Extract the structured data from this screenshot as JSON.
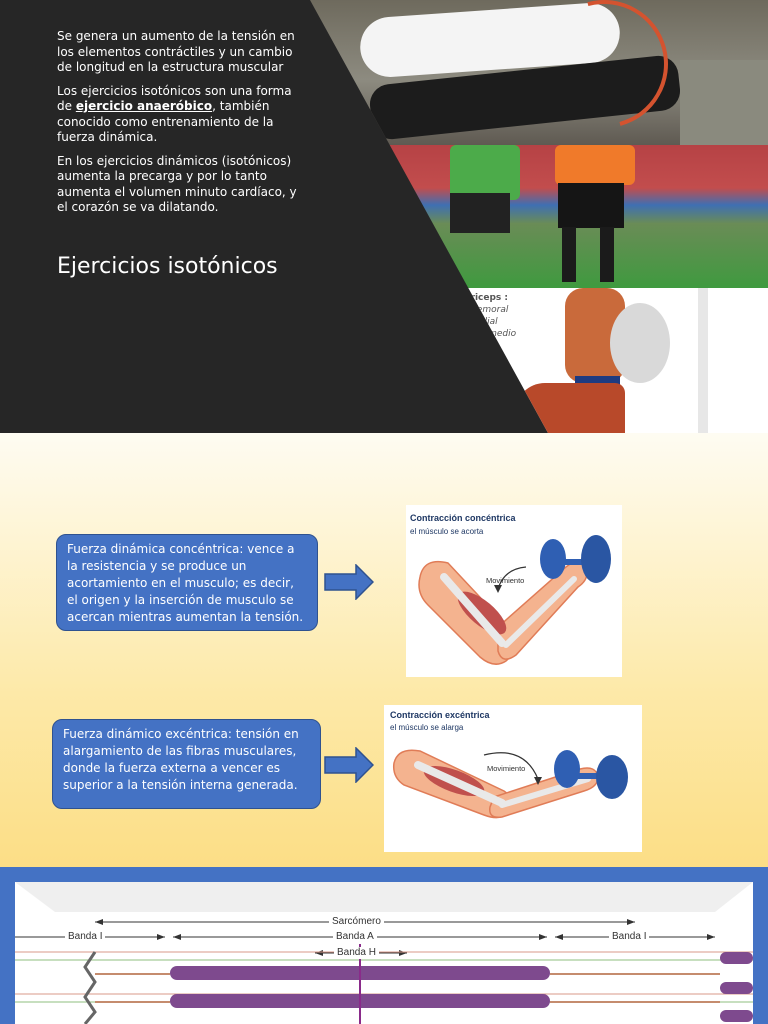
{
  "slide1": {
    "paragraph1": "Se genera un aumento de la tensión en los elementos contráctiles y un cambio de longitud en la estructura muscular",
    "paragraph2_before": "Los ejercicios isotónicos son una forma de ",
    "paragraph2_link": "ejercicio anaeróbico",
    "paragraph2_after": ", también conocido como entrenamiento de la fuerza dinámica.",
    "paragraph3": "En los ejercicios dinámicos (isotónicos) aumenta la precarga y por lo tanto aumenta el volumen minuto cardíaco, y el corazón se va dilatando.",
    "title": "Ejercicios isotónicos",
    "photo_caption_heading": "Cuádriceps :",
    "photo_caption_lines": [
      "Recto femoral",
      "asto medial",
      "asto intermedio"
    ]
  },
  "slide2": {
    "concentric_box": "Fuerza dinámica concéntrica: vence a la resistencia y se produce un acortamiento en el musculo; es decir, el origen y la inserción de musculo se acercan mientras aumentan la tensión.",
    "eccentric_box": "Fuerza dinámico excéntrica: tensión en alargamiento de las fibras musculares, donde la fuerza externa a vencer es superior a la tensión interna generada.",
    "concentric_illus": {
      "title": "Contracción concéntrica",
      "subtitle": "el músculo se acorta",
      "movement": "Movimiento"
    },
    "eccentric_illus": {
      "title": "Contracción excéntrica",
      "subtitle": "el músculo se alarga",
      "movement": "Movimiento"
    },
    "colors": {
      "box": "#4472c4",
      "muscle": "#c0504d",
      "dumbbell": "#2f5fb3"
    }
  },
  "slide3": {
    "sarcomero": "Sarcómero",
    "banda_i_left": "Banda I",
    "banda_a": "Banda A",
    "banda_h": "Banda H",
    "banda_i_right": "Banda I"
  }
}
